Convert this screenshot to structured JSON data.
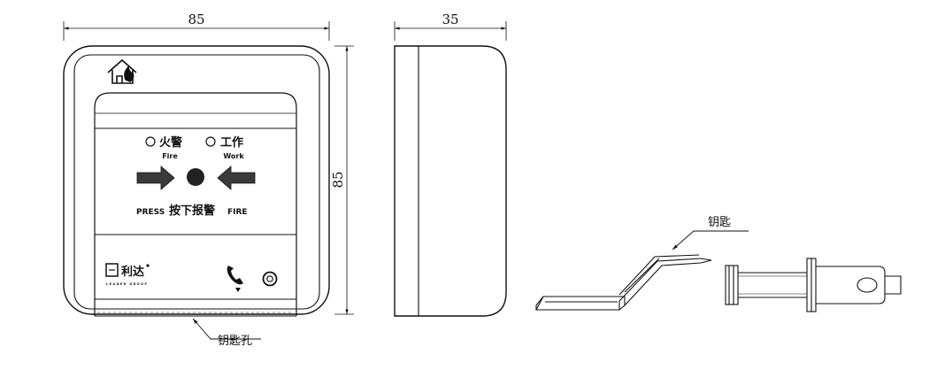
{
  "dimensions": {
    "front_width": "85",
    "side_depth": "35",
    "height": "85"
  },
  "panel": {
    "fire_cn": "火警",
    "fire_en": "Fire",
    "work_cn": "工作",
    "work_en": "Work",
    "press_en": "PRESS",
    "press_cn": "按下报警",
    "fire_label": "FIRE",
    "brand_cn": "利达",
    "brand_en": "LEADER GROUP"
  },
  "callouts": {
    "keyhole": "钥匙孔",
    "key": "钥匙"
  },
  "icons": [
    "house-fire-icon",
    "telephone-icon",
    "ccc-certification-icon",
    "right-arrow-icon",
    "left-arrow-icon"
  ]
}
